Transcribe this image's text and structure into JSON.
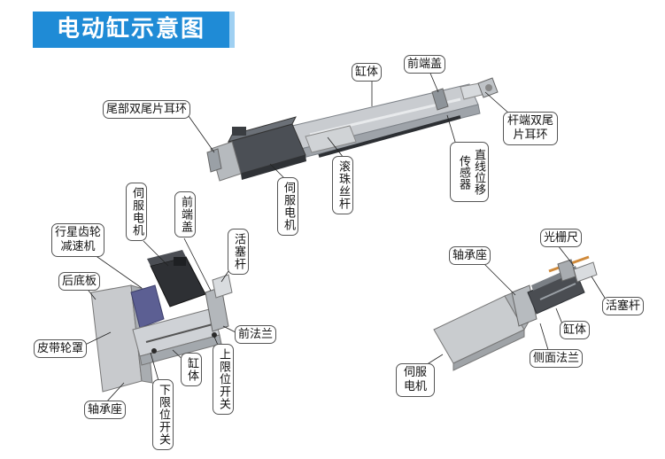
{
  "title": "电动缸示意图",
  "labels": {
    "gangti_top": "缸体",
    "qianduangai_top": "前端盖",
    "weibu_shuangwei": "尾部双尾片耳环",
    "ganduan_shuangwei": "杆端双尾片耳环",
    "zhixian_weiyi": "直线位移传感器",
    "gunzhu_sigan": "滚珠丝杆",
    "sifu_top": "伺服电机",
    "sifu_left": "伺服电机",
    "qianduangai_left": "前端盖",
    "xingxing": "行星齿轮减速机",
    "huosaigan_left": "活塞杆",
    "houdiban": "后底板",
    "qianfalan": "前法兰",
    "shangxianwei": "上限位开关",
    "pidai": "皮带轮罩",
    "gangti_left": "缸体",
    "xiaxianwei": "下限位开关",
    "zhouchengzuo_left": "轴承座",
    "zhouchengzuo_right": "轴承座",
    "guangshanchi": "光栅尺",
    "huosaigan_right": "活塞杆",
    "gangti_right": "缸体",
    "cemianfalan": "侧面法兰",
    "sifu_right": "伺服电机"
  }
}
